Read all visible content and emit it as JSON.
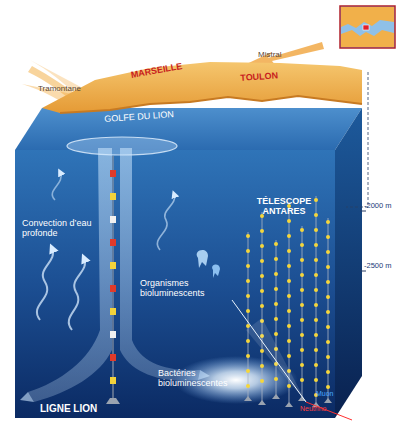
{
  "diagram": {
    "labels": [
      "Tramontane",
      "Mistral",
      "MARSEILLE",
      "TOULON",
      "GOLFE DU LION",
      "Convection d’eau profonde",
      "Organismes bioluminescents",
      "TÉLESCOPE ANTARES",
      "-2000 m",
      "-2500 m",
      "Bactéries bioluminescentes",
      "LIGNE LION",
      "Muon",
      "Neutrino"
    ]
  }
}
